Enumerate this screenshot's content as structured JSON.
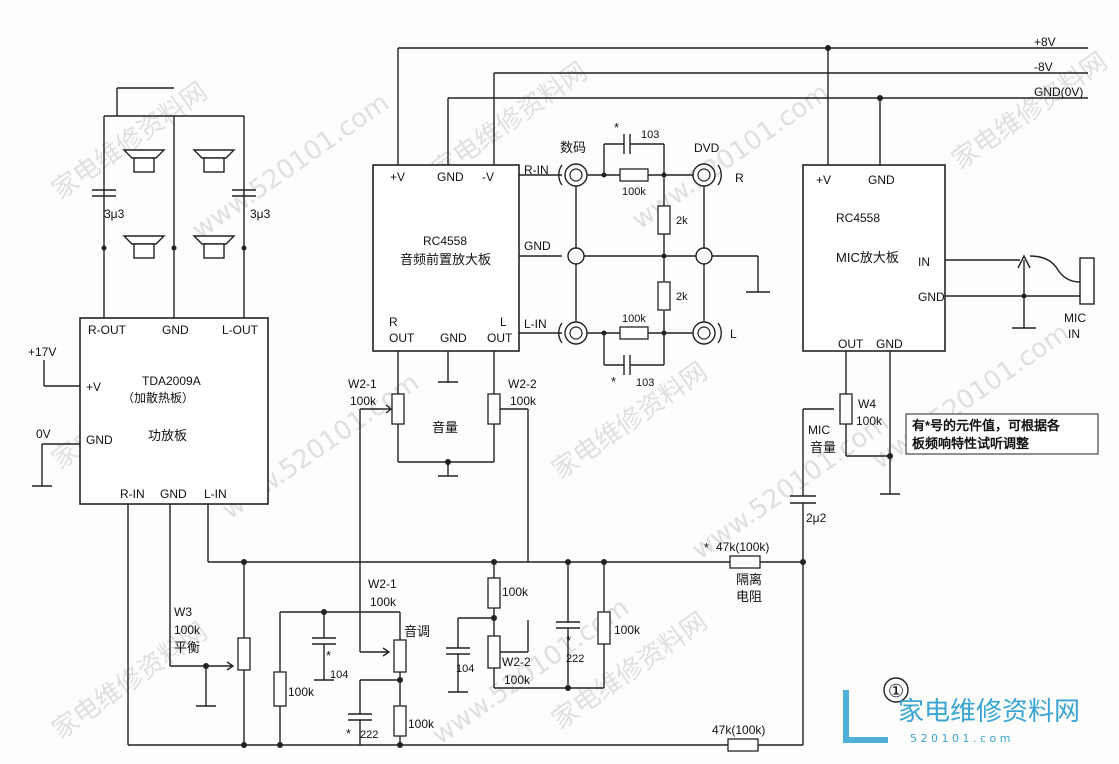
{
  "supply": {
    "pos": "+8V",
    "neg": "-8V",
    "gnd": "GND(0V)"
  },
  "preamp": {
    "chip": "RC4558",
    "name": "音频前置放大板",
    "pin_vplus": "+V",
    "pin_gnd": "GND",
    "pin_vminus": "-V",
    "pin_r": "R",
    "pin_out1": "OUT",
    "pin_gnd2": "GND",
    "pin_l": "L",
    "pin_out2": "OUT"
  },
  "inputs": {
    "r_in": "R-IN",
    "gnd": "GND",
    "l_in": "L-IN",
    "shuma": "数码",
    "dvd": "DVD",
    "r": "R",
    "l": "L"
  },
  "input_parts": {
    "star1": "*",
    "cap_top": "103",
    "res_top": "100k",
    "res_2k_a": "2k",
    "res_2k_b": "2k",
    "res_bot": "100k",
    "star2": "*",
    "cap_bot": "103"
  },
  "power_amp": {
    "chip": "TDA2009A",
    "heatsink": "（加散热板）",
    "name": "功放板",
    "r_out": "R-OUT",
    "gnd": "GND",
    "l_out": "L-OUT",
    "v_plus": "+V",
    "gnd_pin": "GND",
    "r_in": "R-IN",
    "gnd_in": "GND",
    "l_in": "L-IN",
    "supply_17": "+17V",
    "supply_0": "0V"
  },
  "speaker_caps": {
    "left": "3μ3",
    "right": "3μ3"
  },
  "mic_amp": {
    "vplus": "+V",
    "gnd": "GND",
    "chip": "RC4558",
    "name": "MIC放大板",
    "in": "IN",
    "gnd_r": "GND",
    "out": "OUT",
    "gnd_b": "GND",
    "mic_in1": "MIC",
    "mic_in2": "IN"
  },
  "volume": {
    "w21": "W2-1",
    "w21v": "100k",
    "w22": "W2-2",
    "w22v": "100k",
    "label": "音量"
  },
  "mic_vol": {
    "w4": "W4",
    "w4v": "100k",
    "mic": "MIC",
    "vol": "音量"
  },
  "note": {
    "line1": "有*号的元件值，可根据各",
    "line2": "板频响特性试听调整"
  },
  "coupling": {
    "cap": "2μ2",
    "star": "*",
    "res": "47k(100k)",
    "iso1": "隔离",
    "iso2": "电阻",
    "res2": "47k(100k)"
  },
  "tone": {
    "w3": "W3",
    "w3v": "100k",
    "balance": "平衡",
    "w21": "W2-1",
    "w21v": "100k",
    "label": "音调",
    "c104a": "104",
    "stara": "*",
    "r100a": "100k",
    "c222a": "222",
    "starb": "*",
    "r100b": "100k",
    "r100c": "100k",
    "c104b": "104",
    "w22": "W2-2",
    "w22v": "100k",
    "c222b": "222",
    "starc": "*",
    "r100d": "100k"
  },
  "figure_no": "①",
  "watermark": {
    "brand": "家电维修资料网",
    "url": "www.520101.com",
    "logo_url": "5 2 0 1 0 1 . c o m"
  }
}
